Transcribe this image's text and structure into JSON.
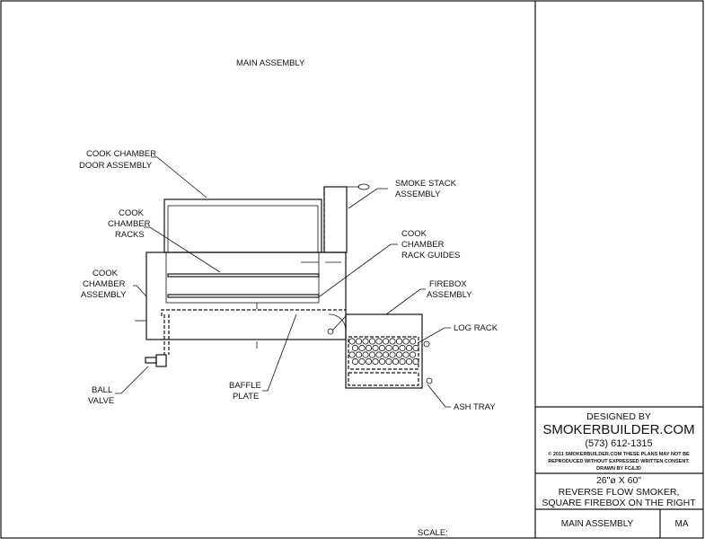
{
  "drawing": {
    "title": "MAIN ASSEMBLY",
    "labels": {
      "door_assembly": [
        "COOK CHAMBER",
        "DOOR ASSEMBLY"
      ],
      "smoke_stack": [
        "SMOKE STACK",
        "ASSEMBLY"
      ],
      "racks": [
        "COOK",
        "CHAMBER",
        "RACKS"
      ],
      "rack_guides": [
        "COOK",
        "CHAMBER",
        "RACK GUIDES"
      ],
      "cook_chamber": [
        "COOK",
        "CHAMBER",
        "ASSEMBLY"
      ],
      "firebox": [
        "FIREBOX",
        "ASSEMBLY"
      ],
      "log_rack": "LOG RACK",
      "ball_valve": [
        "BALL",
        "VALVE"
      ],
      "baffle_plate": [
        "BAFFLE",
        "PLATE"
      ],
      "ash_tray": "ASH TRAY"
    },
    "scale_label": "SCALE:"
  },
  "title_block": {
    "designed_by": "DESIGNED BY",
    "company": "SMOKERBUILDER.COM",
    "phone": "(573) 612-1315",
    "copyright_1": "© 2011 SMOKERBUILDER.COM THESE PLANS MAY NOT BE",
    "copyright_2": "REPRODUCED WITHOUT EXPRESSED WRITTEN CONSENT.",
    "drawn_by": "DRAWN BY FC&JD",
    "size": "26\"ø X 60\"",
    "desc_1": "REVERSE FLOW SMOKER,",
    "desc_2": "SQUARE FIREBOX ON THE RIGHT",
    "sheet_name": "MAIN ASSEMBLY",
    "sheet_code": "MA"
  }
}
